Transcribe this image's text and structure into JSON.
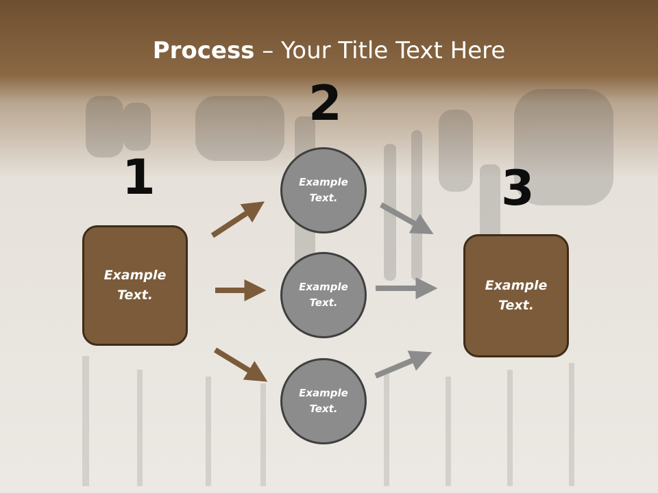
{
  "slide": {
    "title_bold": "Process",
    "title_rest": " – Your Title Text Here",
    "steps": [
      "1",
      "2",
      "3"
    ],
    "left_box": "Example\nText.",
    "right_box": "Example\nText.",
    "circles": [
      "Example\nText.",
      "Example\nText.",
      "Example\nText."
    ]
  },
  "colors": {
    "box_fill": "#7b5b3a",
    "circle_fill": "#8c8c8c",
    "arrow_brown": "#7b5b3a",
    "arrow_gray": "#8c8c8c"
  }
}
